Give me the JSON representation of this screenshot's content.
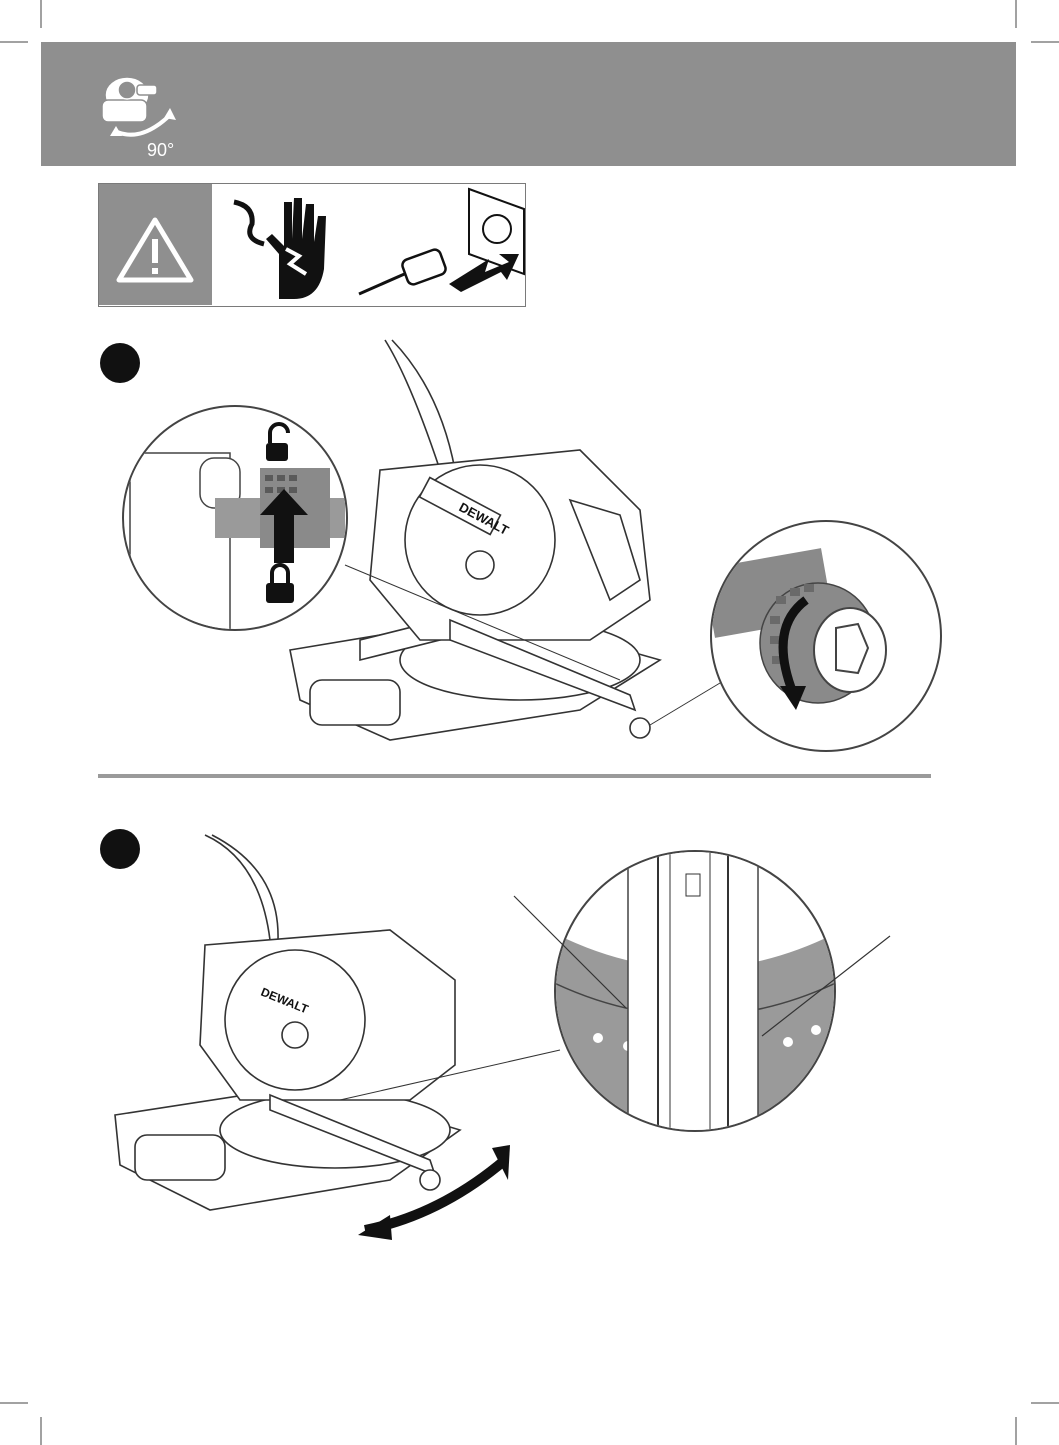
{
  "header": {
    "icon": "miter-saw-rotate-icon",
    "angle_label": "90°",
    "band_color": "#8f8f8f"
  },
  "warning": {
    "icons": [
      "warning-triangle-icon",
      "electric-shock-hand-icon",
      "unplug-icon"
    ]
  },
  "steps": [
    {
      "icons": [
        "miter-saw-illustration",
        "lock-lever-detail",
        "knob-rotate-detail"
      ]
    },
    {
      "icons": [
        "miter-saw-illustration",
        "miter-scale-detail",
        "rotate-arrow-icon"
      ]
    }
  ]
}
